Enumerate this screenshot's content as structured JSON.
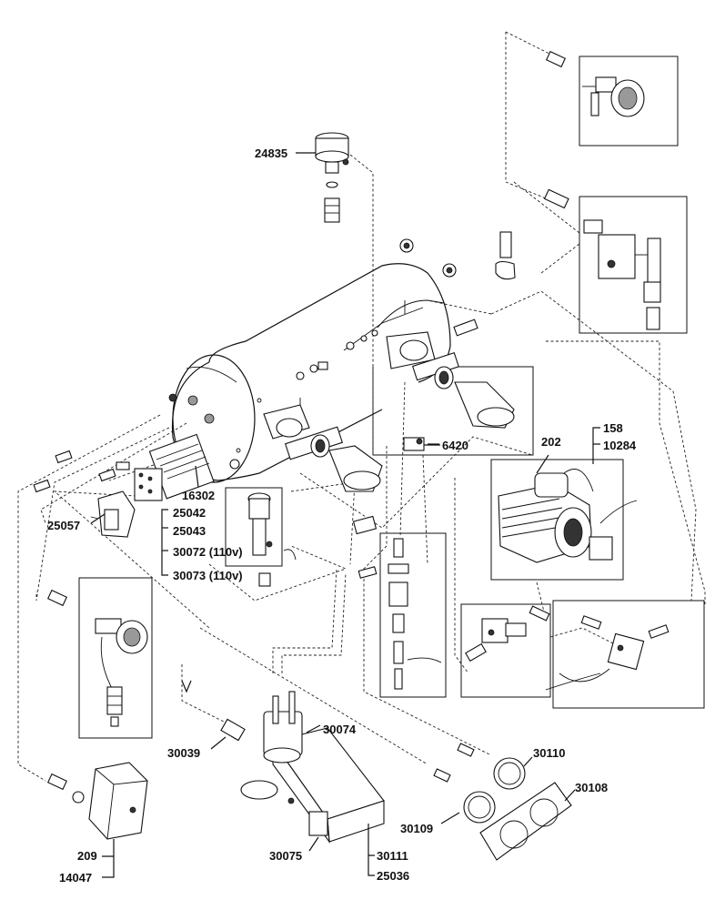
{
  "labels": {
    "l24835": "24835",
    "l6420": "6420",
    "l202": "202",
    "l158": "158",
    "l10284": "10284",
    "l16302": "16302",
    "l25042": "25042",
    "l25043": "25043",
    "l30072": "30072 (110v)",
    "l30073": "30073 (110v)",
    "l25057": "25057",
    "l30039": "30039",
    "l30074": "30074",
    "l30110": "30110",
    "l30108": "30108",
    "l30109": "30109",
    "l30075": "30075",
    "l30111": "30111",
    "l25036": "25036",
    "l209": "209",
    "l14047": "14047"
  }
}
